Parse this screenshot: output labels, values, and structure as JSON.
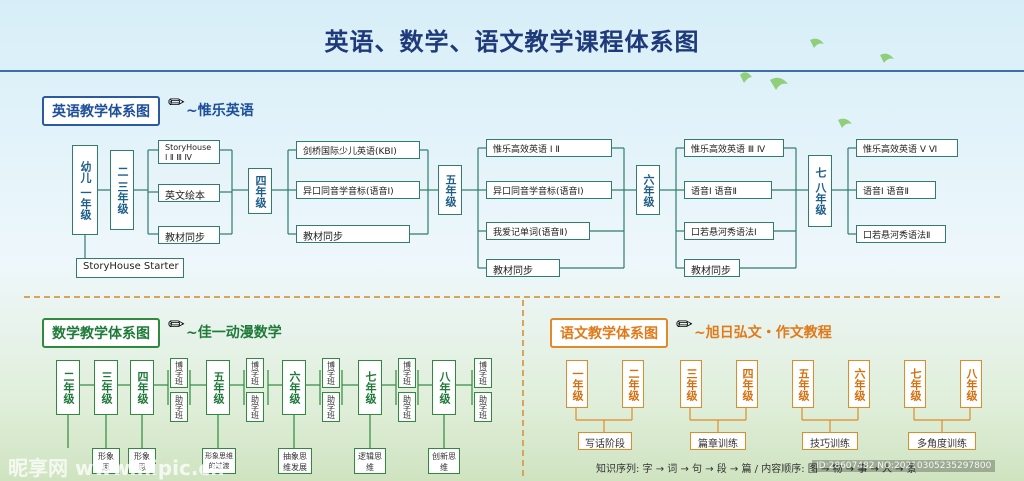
{
  "title": "英语、数学、语文教学课程体系图",
  "english": {
    "heading": "英语教学体系图",
    "sub": "~惟乐英语",
    "g1": "幼儿 一年级",
    "g2": "二 三年级",
    "g3": "四年级",
    "g4": "五年级",
    "g5": "六年级",
    "g6": "七 八年级",
    "starter": "StoryHouse Starter",
    "c1": [
      "StoryHouse\nⅠ Ⅱ Ⅲ Ⅳ",
      "英文绘本",
      "教材同步"
    ],
    "c2": [
      "剑桥国际少儿英语(KBI)",
      "异口同音学音标(语音I)",
      "教材同步"
    ],
    "c3": [
      "惟乐高效英语 Ⅰ Ⅱ",
      "异口同音学音标(语音I)",
      "我爱记单词(语音Ⅱ)",
      "教材同步"
    ],
    "c4": [
      "惟乐高效英语 Ⅲ Ⅳ",
      "语音Ⅰ  语音Ⅱ",
      "口若悬河秀语法Ⅰ",
      "教材同步"
    ],
    "c5": [
      "惟乐高效英语 Ⅴ Ⅵ",
      "语音Ⅰ  语音Ⅱ",
      "口若悬河秀语法Ⅱ"
    ]
  },
  "math": {
    "heading": "数学教学体系图",
    "sub": "~佳一动漫数学",
    "grades": [
      "二年级",
      "三年级",
      "四年级",
      "五年级",
      "六年级",
      "七年级",
      "八年级"
    ],
    "side": [
      "博学班",
      "助学班"
    ],
    "bottom": [
      "",
      "形象思",
      "形象思",
      "形象思维的过渡",
      "抽象思维发展",
      "逻辑思维",
      "创新思维"
    ]
  },
  "chinese": {
    "heading": "语文教学体系图",
    "sub": "~旭日弘文・作文教程",
    "grades": [
      "一年级",
      "二年级",
      "三年级",
      "四年级",
      "五年级",
      "六年级",
      "七年级",
      "八年级"
    ],
    "stages": [
      "写话阶段",
      "篇章训练",
      "技巧训练",
      "多角度训练"
    ],
    "sequence": "知识序列: 字 → 词 → 句 → 段 → 篇 / 内容顺序: 图 → 物 → 事 → 人 → 景"
  },
  "watermark": {
    "left": "昵享网 www.nipic.cn",
    "right": "ID:28607482 NO:20210305235297800"
  }
}
